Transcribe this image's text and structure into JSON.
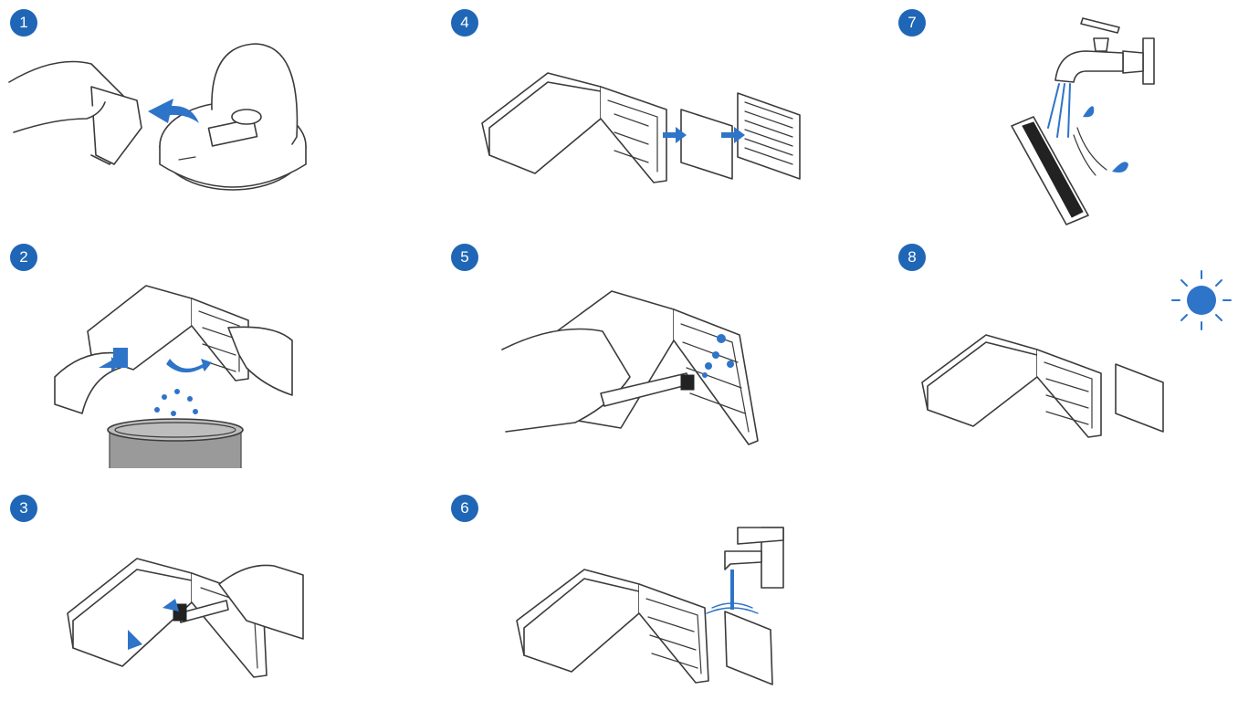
{
  "steps": [
    {
      "number": "1",
      "depicts": "remove-dustbin-from-robot"
    },
    {
      "number": "4",
      "depicts": "remove-filters-from-dustbin"
    },
    {
      "number": "7",
      "depicts": "rinse-filter-under-tap"
    },
    {
      "number": "2",
      "depicts": "empty-dustbin-into-trash"
    },
    {
      "number": "5",
      "depicts": "brush-filter-clean"
    },
    {
      "number": "8",
      "depicts": "dry-filter-in-sun"
    },
    {
      "number": "3",
      "depicts": "brush-dustbin-clean"
    },
    {
      "number": "6",
      "depicts": "rinse-sponge-under-faucet"
    }
  ],
  "colors": {
    "badge": "#1f66b6",
    "accent": "#2e74c8",
    "line": "#3b3b3b"
  }
}
